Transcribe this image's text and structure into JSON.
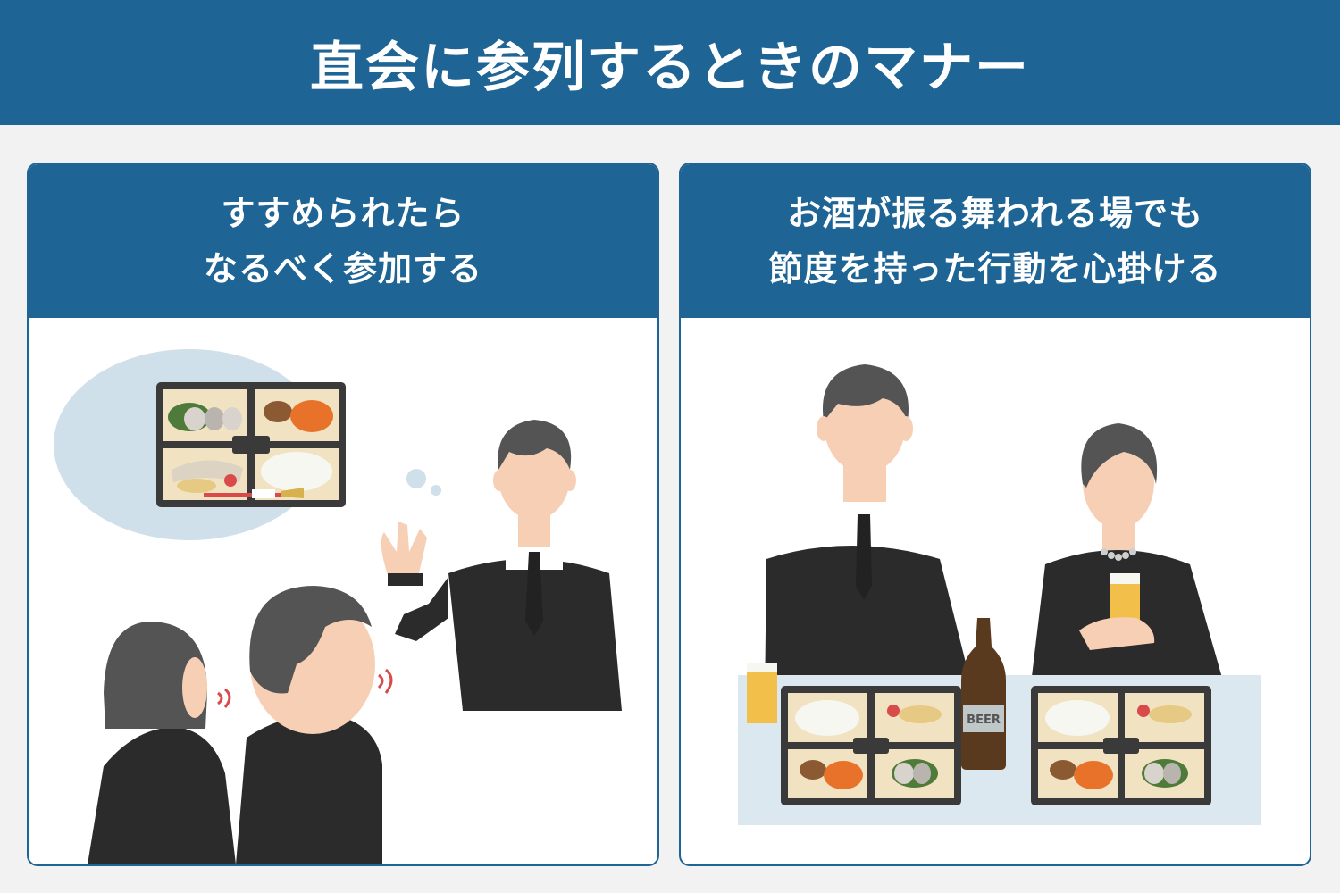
{
  "banner": {
    "title": "直会に参列するときのマナー"
  },
  "panels": [
    {
      "heading_lines": [
        "すすめられたら",
        "なるべく参加する"
      ]
    },
    {
      "heading_lines": [
        "お酒が振る舞われる場でも",
        "節度を持った行動を心掛ける"
      ],
      "bottle_label": "BEER"
    }
  ],
  "colors": {
    "brand_blue": "#1e6494",
    "page_bg": "#f2f2f2",
    "suit": "#2b2b2b",
    "skin": "#f6cfb4",
    "hair": "#545454",
    "bento_frame": "#3a3a3a",
    "bubble": "#cfe0ea"
  }
}
